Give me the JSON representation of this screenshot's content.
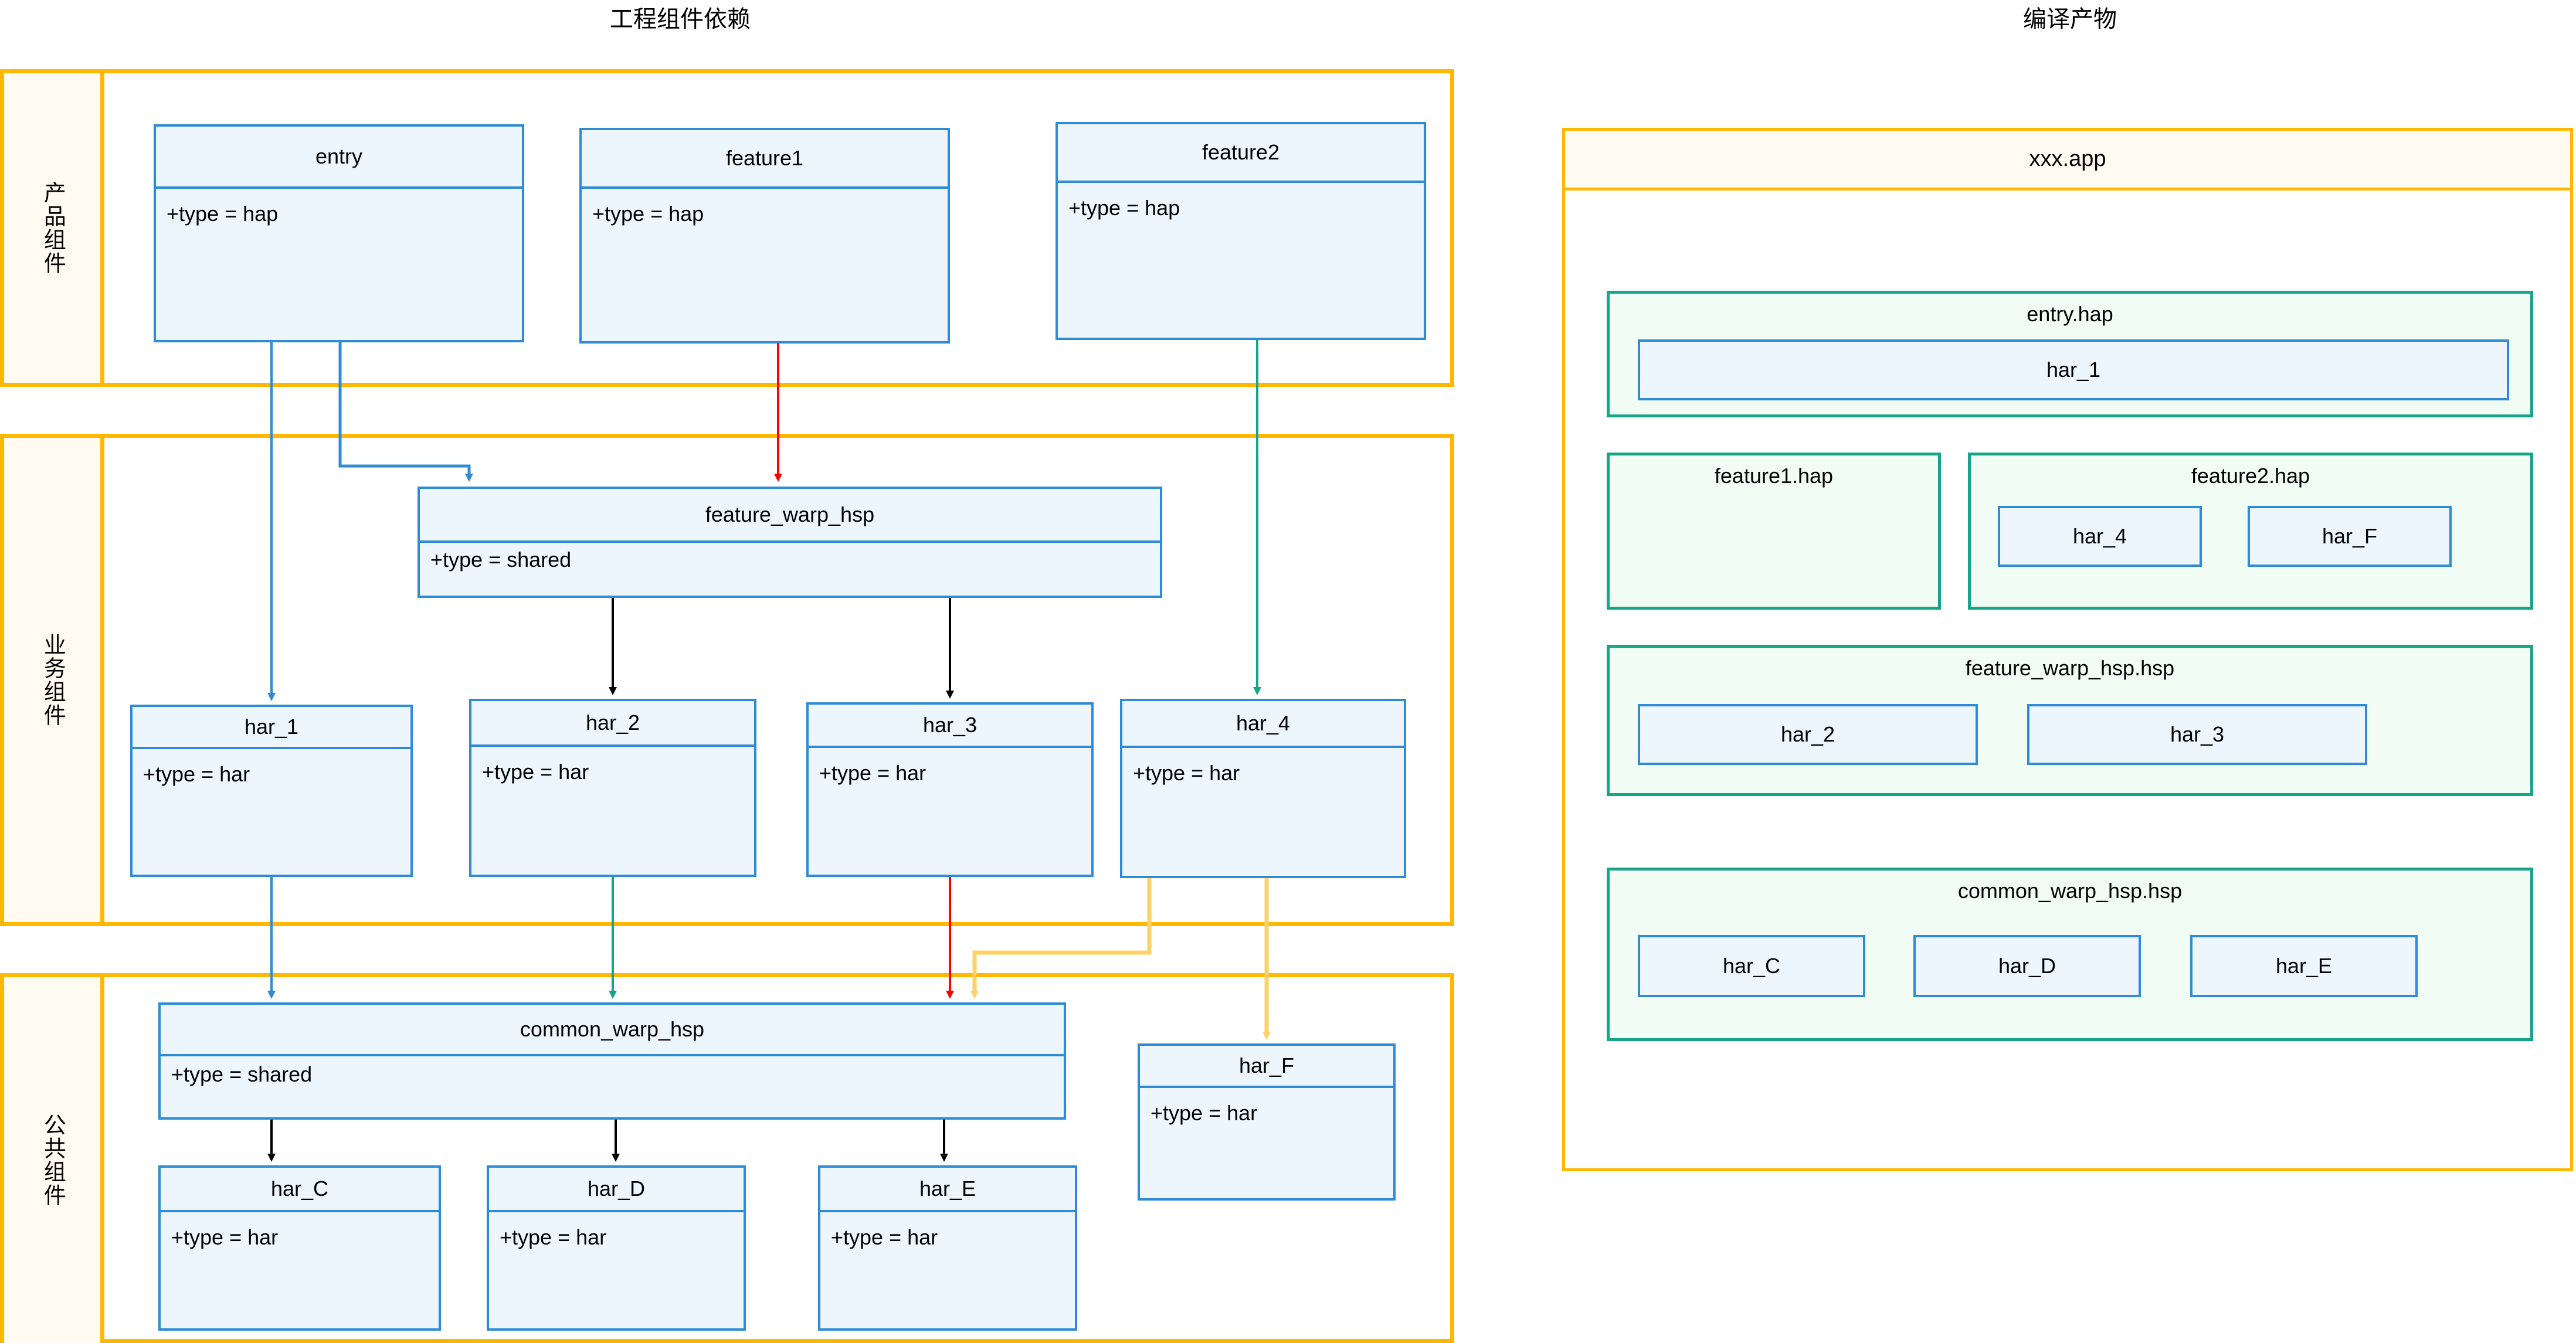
{
  "colors": {
    "band_border": "#FFB800",
    "band_label_fill": "#FFFBF0",
    "uml_border": "#2E8BD4",
    "uml_fill": "#EDF6FD",
    "pkg_border": "#17A589",
    "pkg_fill": "#F1FCF4",
    "edge_blue": "#2E8BD4",
    "edge_red": "#FF0000",
    "edge_green": "#17A589",
    "edge_black": "#000000",
    "edge_yellow": "#FFD166"
  },
  "titles": {
    "left": "工程组件依赖",
    "right": "编译产物"
  },
  "bands": [
    {
      "label": "产品组件"
    },
    {
      "label": "业务组件"
    },
    {
      "label": "公共组件"
    }
  ],
  "nodes": {
    "entry": {
      "name": "entry",
      "attr": "+type = hap"
    },
    "feature1": {
      "name": "feature1",
      "attr": "+type = hap"
    },
    "feature2": {
      "name": "feature2",
      "attr": "+type = hap"
    },
    "feature_warp_hsp": {
      "name": "feature_warp_hsp",
      "attr": "+type = shared"
    },
    "har_1": {
      "name": "har_1",
      "attr": "+type = har"
    },
    "har_2": {
      "name": "har_2",
      "attr": "+type = har"
    },
    "har_3": {
      "name": "har_3",
      "attr": "+type = har"
    },
    "har_4": {
      "name": "har_4",
      "attr": "+type = har"
    },
    "common_warp_hsp": {
      "name": "common_warp_hsp",
      "attr": "+type = shared"
    },
    "har_C": {
      "name": "har_C",
      "attr": "+type = har"
    },
    "har_D": {
      "name": "har_D",
      "attr": "+type = har"
    },
    "har_E": {
      "name": "har_E",
      "attr": "+type = har"
    },
    "har_F": {
      "name": "har_F",
      "attr": "+type = har"
    }
  },
  "edges": [
    {
      "from": "entry",
      "to": "har_1",
      "color": "#2E8BD4"
    },
    {
      "from": "entry",
      "to": "feature_warp_hsp",
      "color": "#2E8BD4"
    },
    {
      "from": "feature1",
      "to": "feature_warp_hsp",
      "color": "#FF0000"
    },
    {
      "from": "feature2",
      "to": "har_4",
      "color": "#17A589"
    },
    {
      "from": "feature_warp_hsp",
      "to": "har_2",
      "color": "#000000"
    },
    {
      "from": "feature_warp_hsp",
      "to": "har_3",
      "color": "#000000"
    },
    {
      "from": "har_1",
      "to": "common_warp_hsp",
      "color": "#2E8BD4"
    },
    {
      "from": "har_2",
      "to": "common_warp_hsp",
      "color": "#17A589"
    },
    {
      "from": "har_3",
      "to": "common_warp_hsp",
      "color": "#FF0000"
    },
    {
      "from": "har_4",
      "to": "common_warp_hsp",
      "color": "#FFD166"
    },
    {
      "from": "har_4",
      "to": "har_F",
      "color": "#FFD166"
    },
    {
      "from": "common_warp_hsp",
      "to": "har_C",
      "color": "#000000"
    },
    {
      "from": "common_warp_hsp",
      "to": "har_D",
      "color": "#000000"
    },
    {
      "from": "common_warp_hsp",
      "to": "har_E",
      "color": "#000000"
    }
  ],
  "artifacts": {
    "app": "xxx.app",
    "packages": [
      {
        "name": "entry.hap",
        "hars": [
          "har_1"
        ]
      },
      {
        "name": "feature1.hap",
        "hars": []
      },
      {
        "name": "feature2.hap",
        "hars": [
          "har_4",
          "har_F"
        ]
      },
      {
        "name": "feature_warp_hsp.hsp",
        "hars": [
          "har_2",
          "har_3"
        ]
      },
      {
        "name": "common_warp_hsp.hsp",
        "hars": [
          "har_C",
          "har_D",
          "har_E"
        ]
      }
    ]
  }
}
